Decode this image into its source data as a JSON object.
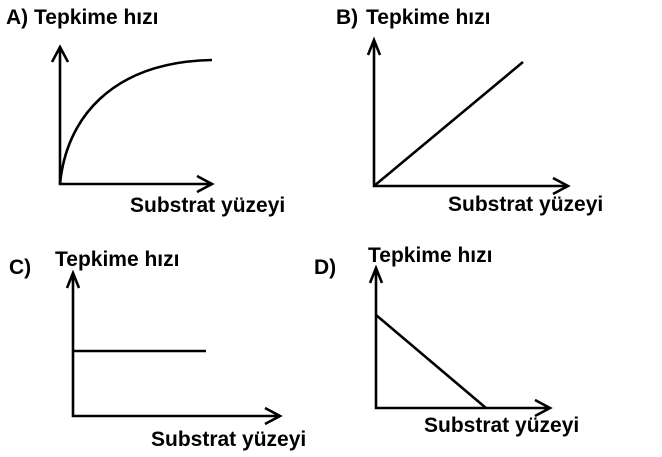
{
  "panels": [
    {
      "letter": "A)",
      "ylabel": "Tepkime hızı",
      "xlabel": "Substrat yüzeyi"
    },
    {
      "letter": "B)",
      "ylabel": "Tepkime hızı",
      "xlabel": "Substrat yüzeyi"
    },
    {
      "letter": "C)",
      "ylabel": "Tepkime hızı",
      "xlabel": "Substrat yüzeyi"
    },
    {
      "letter": "D)",
      "ylabel": "Tepkime hızı",
      "xlabel": "Substrat yüzeyi"
    }
  ]
}
